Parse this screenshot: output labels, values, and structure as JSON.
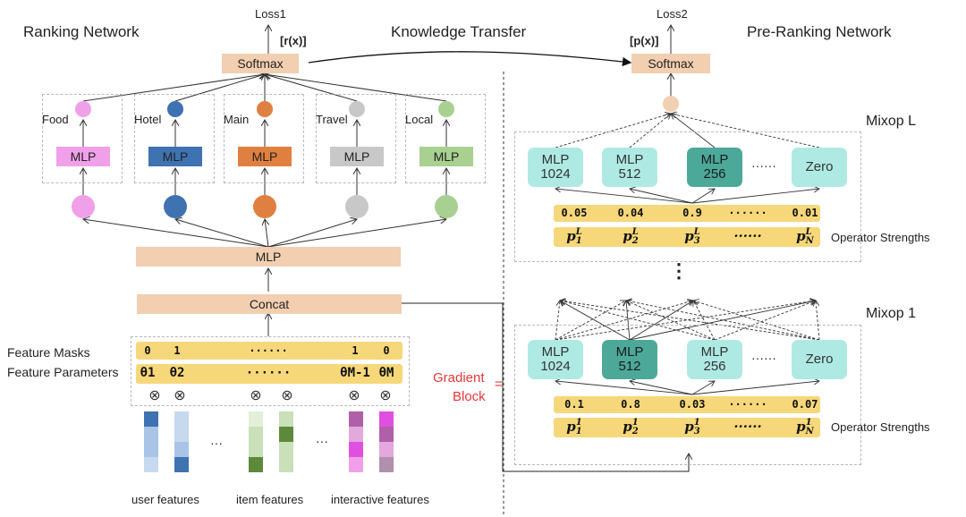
{
  "titles": {
    "ranking": "Ranking Network",
    "transfer": "Knowledge Transfer",
    "preranking": "Pre-Ranking Network"
  },
  "ranking": {
    "loss": "Loss1",
    "output": "[r(x)]",
    "softmax": "Softmax",
    "towers": [
      {
        "label": "Food",
        "mlp": "MLP",
        "color": "#f0a0e8"
      },
      {
        "label": "Hotel",
        "mlp": "MLP",
        "color": "#3f72b0"
      },
      {
        "label": "Main",
        "mlp": "MLP",
        "color": "#e08040"
      },
      {
        "label": "Travel",
        "mlp": "MLP",
        "color": "#c8c8c8"
      },
      {
        "label": "Local",
        "mlp": "MLP",
        "color": "#a8d090"
      }
    ],
    "shared_mlp": "MLP",
    "concat": "Concat",
    "feature_masks_label": "Feature Masks",
    "feature_params_label": "Feature Parameters",
    "masks": [
      "0",
      "1",
      "······",
      "1",
      "0"
    ],
    "params": [
      "θ1",
      "θ2",
      "······",
      "θM-1",
      "θM"
    ],
    "feature_groups": [
      {
        "label": "user features"
      },
      {
        "label": "item features"
      },
      {
        "label": "interactive features"
      }
    ],
    "ellipsis": "···"
  },
  "gradient_block": {
    "line1": "Gradient",
    "line2": "Block",
    "symbol": "="
  },
  "preranking": {
    "loss": "Loss2",
    "output": "[p(x)]",
    "softmax": "Softmax",
    "mixops": [
      {
        "name": "Mixop L",
        "operators": [
          {
            "line1": "MLP",
            "line2": "1024",
            "active": false
          },
          {
            "line1": "MLP",
            "line2": "512",
            "active": false
          },
          {
            "line1": "MLP",
            "line2": "256",
            "active": true
          },
          {
            "line1": "Zero",
            "line2": "",
            "active": false
          }
        ],
        "ellipsis": "······",
        "strengths": [
          "0.05",
          "0.04",
          "0.9",
          "······",
          "0.01"
        ],
        "strength_symbols": [
          {
            "base": "p",
            "sup": "L",
            "sub": "1"
          },
          {
            "base": "p",
            "sup": "L",
            "sub": "2"
          },
          {
            "base": "p",
            "sup": "L",
            "sub": "3"
          },
          {
            "base": "······",
            "sup": "",
            "sub": ""
          },
          {
            "base": "p",
            "sup": "L",
            "sub": "N"
          }
        ],
        "strengths_label": "Operator Strengths"
      },
      {
        "name": "Mixop 1",
        "operators": [
          {
            "line1": "MLP",
            "line2": "1024",
            "active": false
          },
          {
            "line1": "MLP",
            "line2": "512",
            "active": true
          },
          {
            "line1": "MLP",
            "line2": "256",
            "active": false
          },
          {
            "line1": "Zero",
            "line2": "",
            "active": false
          }
        ],
        "ellipsis": "······",
        "strengths": [
          "0.1",
          "0.8",
          "0.03",
          "······",
          "0.07"
        ],
        "strength_symbols": [
          {
            "base": "p",
            "sup": "1",
            "sub": "1"
          },
          {
            "base": "p",
            "sup": "1",
            "sub": "2"
          },
          {
            "base": "p",
            "sup": "1",
            "sub": "3"
          },
          {
            "base": "······",
            "sup": "",
            "sub": ""
          },
          {
            "base": "p",
            "sup": "1",
            "sub": "N"
          }
        ],
        "strengths_label": "Operator Strengths"
      }
    ],
    "vertical_ellipsis": "⋮"
  }
}
